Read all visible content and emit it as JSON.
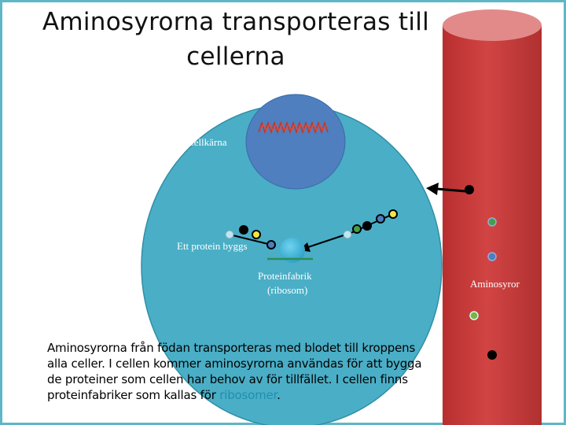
{
  "title": {
    "line1": "Aminosyrorna transporteras till",
    "line2": "cellerna"
  },
  "labels": {
    "nucleus": "Cellkärna",
    "protein": "Ett protein byggs",
    "ribosome_line1": "Proteinfabrik",
    "ribosome_line2": "(ribosom)",
    "amino_acids": "Aminosyror"
  },
  "description": {
    "text": "Aminosyrorna från födan transporteras med blodet till kroppens alla celler. I cellen kommer aminosyrorna användas för att bygga de proteiner som cellen har behov av för tillfället. I cellen finns proteinfabriker som kallas för ",
    "highlight": "ribosomer",
    "end": "."
  },
  "colors": {
    "cell": "#4aaec6",
    "nucleus": "#4f7fbf",
    "blood_vessel": "#c83a3a",
    "dna": "#c0392b",
    "ribosome": "#2fb3d6",
    "highlight": "#1f8fb0"
  },
  "icons": {
    "dna": "dna-strand-icon",
    "arrow": "arrow-left-icon"
  }
}
